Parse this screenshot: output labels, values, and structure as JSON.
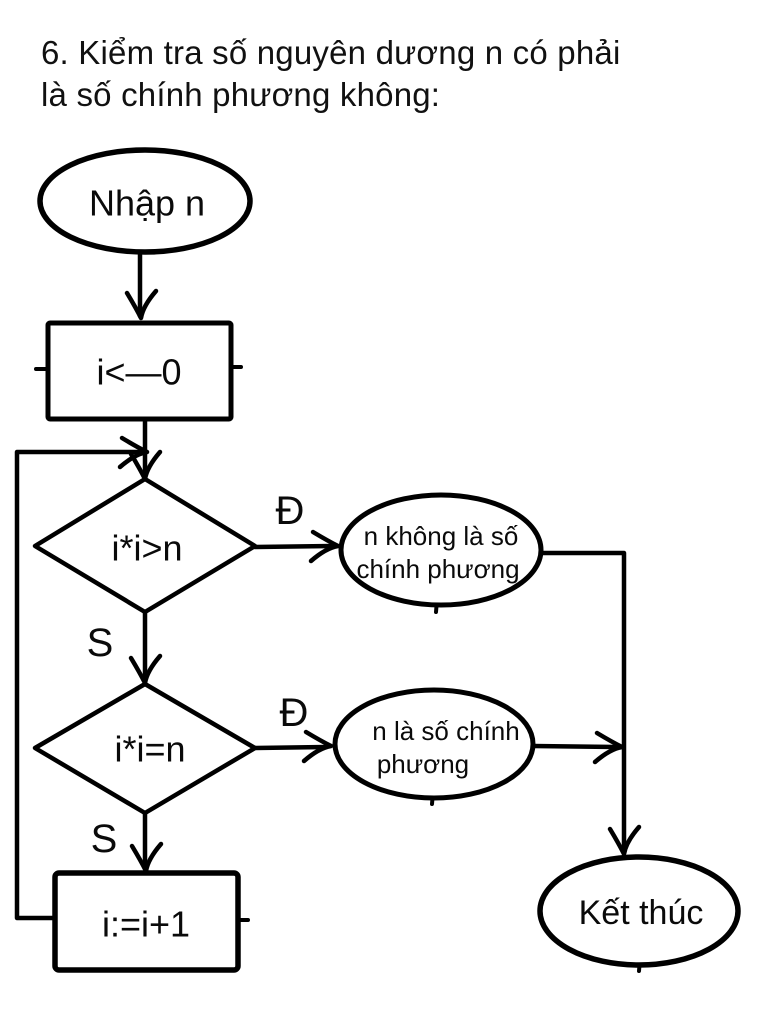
{
  "title": {
    "line1": "6. Kiểm tra số nguyên dương n có phải",
    "line2": "là số chính phương không:"
  },
  "flowchart": {
    "nodes": {
      "start": {
        "shape": "ellipse",
        "label": "Nhập n"
      },
      "init": {
        "shape": "rectangle",
        "label": "i<—0"
      },
      "check_greater": {
        "shape": "diamond",
        "label": "i*i>n"
      },
      "not_square": {
        "shape": "ellipse",
        "line1": "n không là số",
        "line2": "chính phương"
      },
      "check_equal": {
        "shape": "diamond",
        "label": "i*i=n"
      },
      "is_square": {
        "shape": "ellipse",
        "line1": "n là số chính",
        "line2": "phương"
      },
      "increment": {
        "shape": "rectangle",
        "label": "i:=i+1"
      },
      "end": {
        "shape": "ellipse",
        "label": "Kết thúc"
      }
    },
    "branch_labels": {
      "yes": "Đ",
      "no": "S"
    }
  },
  "colors": {
    "ink": "#000000",
    "background": "#ffffff",
    "title_text": "#111111"
  }
}
